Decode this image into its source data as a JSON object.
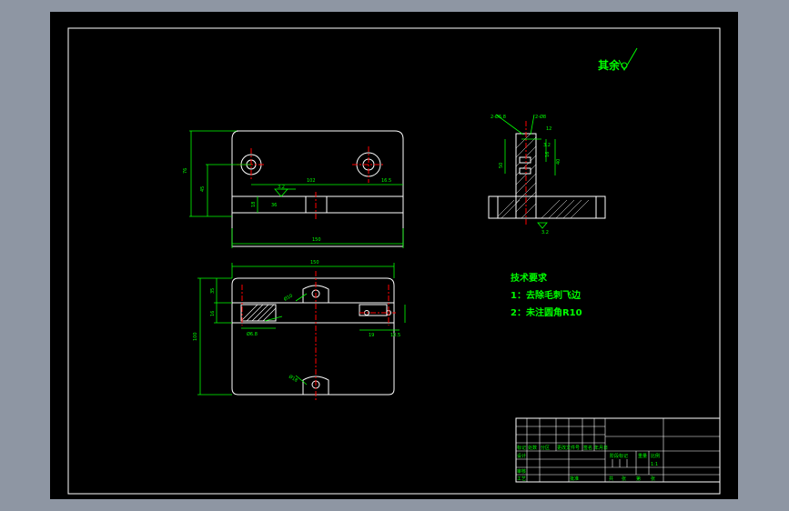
{
  "drawing": {
    "roughness_label": "其余",
    "tech_requirements": {
      "title": "技术要求",
      "items": [
        "1：去除毛刺飞边",
        "2：未注圆角R10"
      ]
    },
    "front_view_dims": [
      "76",
      "45",
      "102",
      "16.5",
      "3.2",
      "18",
      "36",
      "150"
    ],
    "top_view_dims": [
      "150",
      "35",
      "16",
      "100",
      "Ø10",
      "Ø18",
      "19",
      "10.5",
      "Ø6.8"
    ],
    "side_view_dims": [
      "2-Ø6.8",
      "2-Ø8",
      "3.2",
      "12",
      "50",
      "40",
      "16",
      "3.2"
    ],
    "title_block": {
      "labels": [
        "标记",
        "处数",
        "分区",
        "更改文件号",
        "签名",
        "年月日",
        "设计",
        "审核",
        "工艺",
        "批准",
        "阶段标记",
        "重量",
        "比例",
        "共",
        "张",
        "第",
        "张"
      ],
      "scale_value": "1:1"
    }
  },
  "colors": {
    "background": "#000000",
    "outline": "#ffffff",
    "dimension": "#00ff00",
    "centerline": "#ff0000",
    "frame_bg": "#8e96a3"
  }
}
